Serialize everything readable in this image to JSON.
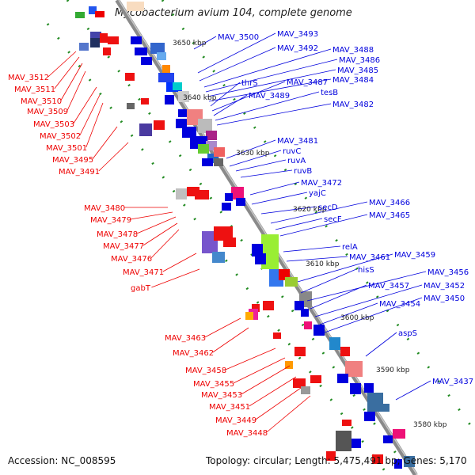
{
  "title": "Mycobacterium avium 104, complete genome",
  "footer": {
    "accession": "Accession: NC_008595",
    "info": "Topology: circular; Length: 5,475,491 bp; Genes: 5,170"
  },
  "scale_labels": [
    "3650 kbp",
    "3640 kbp",
    "3630 kbp",
    "3620 kbp",
    "3610 kbp",
    "3600 kbp",
    "3590 kbp",
    "3580 kbp"
  ],
  "blue_genes": [
    "MAV_3500",
    "MAV_3493",
    "MAV_3492",
    "MAV_3488",
    "MAV_3486",
    "MAV_3485",
    "MAV_3484",
    "thrS",
    "MAV_3487",
    "MAV_3489",
    "tesB",
    "MAV_3482",
    "MAV_3481",
    "ruvC",
    "ruvA",
    "ruvB",
    "MAV_3472",
    "yajC",
    "secD",
    "MAV_3466",
    "secF",
    "MAV_3465",
    "relA",
    "MAV_3461",
    "MAV_3459",
    "hisS",
    "MAV_3456",
    "MAV_3457",
    "MAV_3452",
    "MAV_3454",
    "MAV_3450",
    "aspS",
    "MAV_3437"
  ],
  "red_genes": [
    "MAV_3512",
    "MAV_3511",
    "MAV_3510",
    "MAV_3509",
    "MAV_3503",
    "MAV_3502",
    "MAV_3501",
    "MAV_3495",
    "MAV_3491",
    "MAV_3480",
    "MAV_3479",
    "MAV_3478",
    "MAV_3477",
    "MAV_3476",
    "MAV_3471",
    "gabT",
    "MAV_3463",
    "MAV_3462",
    "MAV_3458",
    "MAV_3455",
    "MAV_3453",
    "MAV_3451",
    "MAV_3449",
    "MAV_3448"
  ],
  "colors": {
    "forward_strand": "#0000dd",
    "reverse_strand": "#ee0000",
    "backbone": "#888888",
    "dotted_track": "#228b22"
  }
}
